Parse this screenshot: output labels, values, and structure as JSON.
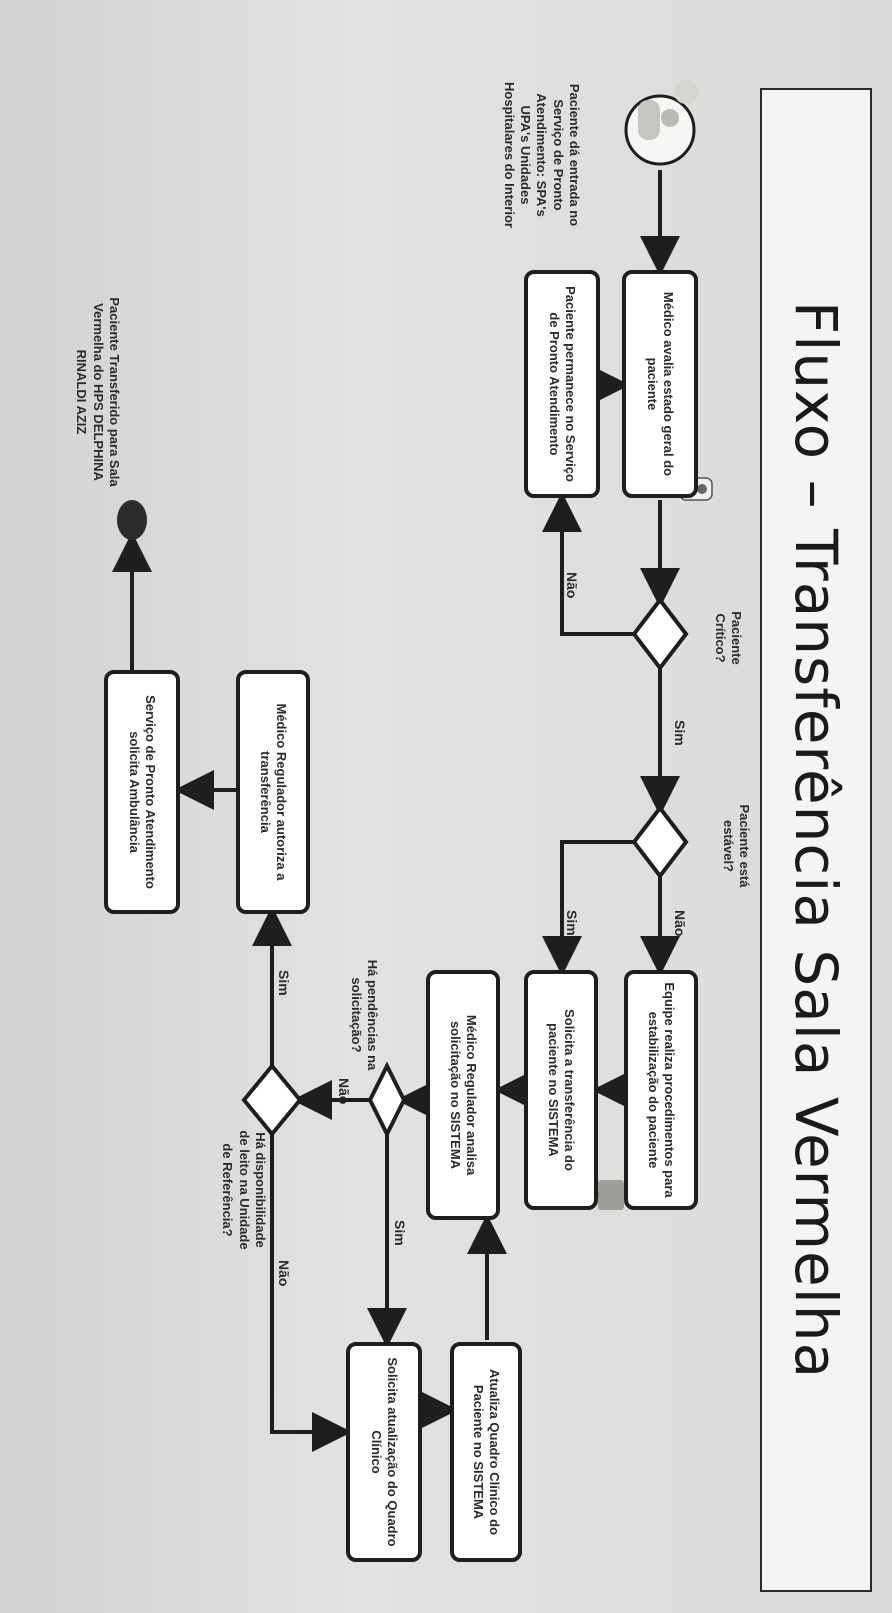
{
  "title": "Fluxo – Transferência Sala Vermelha",
  "start_label": "Paciente dá entrada no Serviço de Pronto Atendimento: SPA's UPA's Unidades Hospitalares do Interior",
  "nodes": {
    "avalia": "Médico avalia estado geral do paciente",
    "permanece": "Paciente permanece no Serviço de Pronto Atendimento",
    "estabiliza": "Equipe realiza procedimentos para estabilização do paciente",
    "solicita_transf": "Solicita a transferência do paciente no SISTEMA",
    "regulador_analisa": "Médico Regulador analisa solicitação no SISTEMA",
    "atualiza": "Atualiza Quadro Clínico do Paciente no SISTEMA",
    "solicita_atualizacao": "Solicita atualização do Quadro Clínico",
    "autoriza": "Médico Regulador autoriza a transferência",
    "ambulancia": "Serviço de Pronto Atendimento solicita Ambulância"
  },
  "decisions": {
    "critico": "Paciente Crítico?",
    "estavel": "Paciente está estável?",
    "pendencias": "Há pendências na solicitação?",
    "disponibilidade": "Há disponibilidade de leito na Unidade de Referência?"
  },
  "edges": {
    "nao1": "Não",
    "sim1": "Sim",
    "nao2": "Não",
    "sim2": "Sim",
    "nao3": "Não",
    "sim3": "Sim",
    "sim4": "Sim",
    "nao4": "Não"
  },
  "end_label": "Paciente Transferido para Sala Vermelha do HPS DELPHINA RINALDI AZIZ"
}
